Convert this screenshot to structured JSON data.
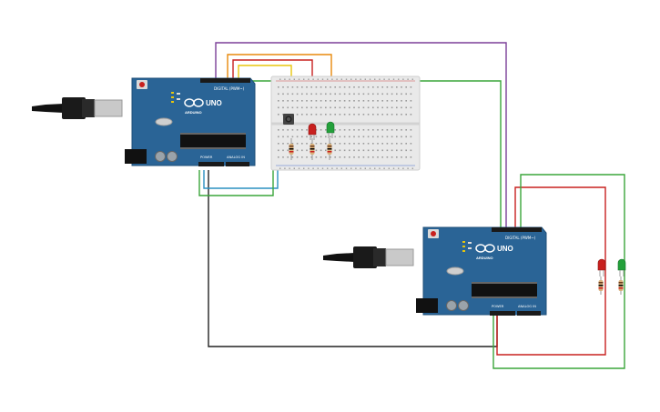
{
  "colors": {
    "board": "#2a6496",
    "board_edge": "#1f4f78",
    "breadboard": "#e9e9e9",
    "wire_purple": "#7b3f98",
    "wire_orange": "#e8890c",
    "wire_yellow": "#e8c60c",
    "wire_red": "#c8201e",
    "wire_green": "#3aa63a",
    "wire_blue": "#2a90c0",
    "wire_black": "#222222",
    "led_red": "#c8201e",
    "led_green": "#23a03a"
  },
  "board1": {
    "logo_text": "UNO",
    "brand_text": "ARDUINO",
    "digital_label": "DIGITAL (PWM~)",
    "power_label": "POWER",
    "analog_label": "ANALOG IN"
  },
  "board2": {
    "logo_text": "UNO",
    "brand_text": "ARDUINO",
    "digital_label": "DIGITAL (PWM~)",
    "power_label": "POWER",
    "analog_label": "ANALOG IN"
  },
  "icons": {
    "usb_plug": "usb-plug-icon",
    "logo": "infinity-logo-icon",
    "led": "led-icon",
    "resistor": "resistor-icon",
    "button": "pushbutton-icon"
  }
}
